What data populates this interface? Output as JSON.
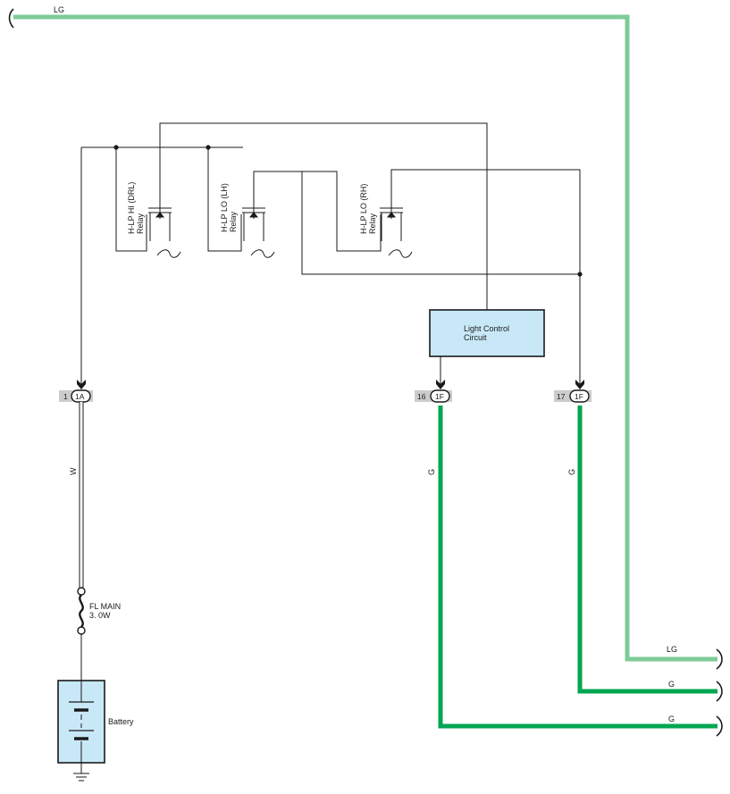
{
  "colors": {
    "wire_lg": "#7fcb98",
    "wire_g": "#00a651",
    "box_fill": "#c8e8f8",
    "conn_bg": "#cccccc",
    "line": "#1a1a1a"
  },
  "wires": {
    "top_lg": "LG",
    "w": "W",
    "g1": "G",
    "g2": "G",
    "right_lg": "LG",
    "right_g_upper": "G",
    "right_g_lower": "G"
  },
  "relays": {
    "drl_name": "H-LP HI (DRL)",
    "drl_sub": "Relay",
    "lh_name": "H-LP LO (LH)",
    "lh_sub": "Relay",
    "rh_name": "H-LP LO (RH)",
    "rh_sub": "Relay"
  },
  "light_control": {
    "line1": "Light Control",
    "line2": "Circuit"
  },
  "connectors": {
    "c1_pin": "1",
    "c1_id": "1A",
    "c2_pin": "16",
    "c2_id": "1F",
    "c3_pin": "17",
    "c3_id": "1F"
  },
  "fuse": {
    "line1": "FL MAIN",
    "line2": "3. 0W"
  },
  "battery": {
    "label": "Battery"
  }
}
